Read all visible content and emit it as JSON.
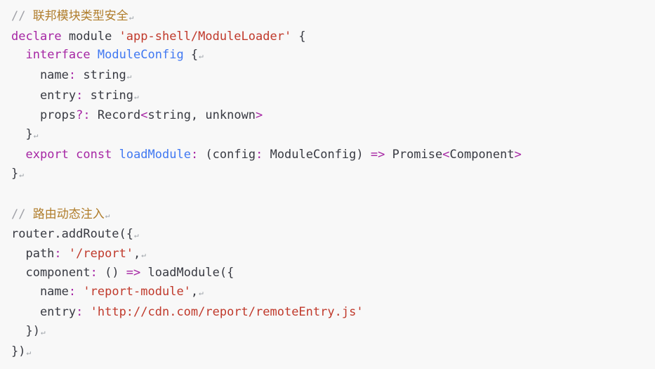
{
  "return_mark": "↵",
  "lines": [
    {
      "tokens": [
        {
          "t": "// ",
          "c": "comment"
        },
        {
          "t": "联邦模块类型安全",
          "c": "comment-cjk"
        }
      ],
      "ret": true
    },
    {
      "tokens": [
        {
          "t": "declare",
          "c": "kw"
        },
        {
          "t": " module ",
          "c": "plain"
        },
        {
          "t": "'app-shell/ModuleLoader'",
          "c": "str-red"
        },
        {
          "t": " {",
          "c": "plain"
        }
      ],
      "ret": false
    },
    {
      "tokens": [
        {
          "t": "  ",
          "c": "plain"
        },
        {
          "t": "interface",
          "c": "kw"
        },
        {
          "t": " ",
          "c": "plain"
        },
        {
          "t": "ModuleConfig",
          "c": "type"
        },
        {
          "t": " {",
          "c": "plain"
        }
      ],
      "ret": true
    },
    {
      "tokens": [
        {
          "t": "    name",
          "c": "plain"
        },
        {
          "t": ":",
          "c": "op"
        },
        {
          "t": " string",
          "c": "plain"
        }
      ],
      "ret": true
    },
    {
      "tokens": [
        {
          "t": "    entry",
          "c": "plain"
        },
        {
          "t": ":",
          "c": "op"
        },
        {
          "t": " string",
          "c": "plain"
        }
      ],
      "ret": true
    },
    {
      "tokens": [
        {
          "t": "    props",
          "c": "plain"
        },
        {
          "t": "?:",
          "c": "op"
        },
        {
          "t": " Record",
          "c": "plain"
        },
        {
          "t": "<",
          "c": "op"
        },
        {
          "t": "string, unknown",
          "c": "plain"
        },
        {
          "t": ">",
          "c": "op"
        }
      ],
      "ret": false
    },
    {
      "tokens": [
        {
          "t": "  }",
          "c": "plain"
        }
      ],
      "ret": true
    },
    {
      "tokens": [
        {
          "t": "  ",
          "c": "plain"
        },
        {
          "t": "export",
          "c": "kw"
        },
        {
          "t": " ",
          "c": "plain"
        },
        {
          "t": "const",
          "c": "kw"
        },
        {
          "t": " ",
          "c": "plain"
        },
        {
          "t": "loadModule",
          "c": "fn"
        },
        {
          "t": ":",
          "c": "op"
        },
        {
          "t": " (config",
          "c": "plain"
        },
        {
          "t": ":",
          "c": "op"
        },
        {
          "t": " ModuleConfig) ",
          "c": "plain"
        },
        {
          "t": "=>",
          "c": "op"
        },
        {
          "t": " Promise",
          "c": "plain"
        },
        {
          "t": "<",
          "c": "op"
        },
        {
          "t": "Component",
          "c": "plain"
        },
        {
          "t": ">",
          "c": "op"
        }
      ],
      "ret": false
    },
    {
      "tokens": [
        {
          "t": "}",
          "c": "plain"
        }
      ],
      "ret": true
    },
    {
      "tokens": [],
      "ret": false
    },
    {
      "tokens": [
        {
          "t": "// ",
          "c": "comment"
        },
        {
          "t": "路由动态注入",
          "c": "comment-cjk"
        }
      ],
      "ret": true
    },
    {
      "tokens": [
        {
          "t": "router.addRoute({",
          "c": "plain"
        }
      ],
      "ret": true
    },
    {
      "tokens": [
        {
          "t": "  path",
          "c": "plain"
        },
        {
          "t": ":",
          "c": "op"
        },
        {
          "t": " ",
          "c": "plain"
        },
        {
          "t": "'/report'",
          "c": "str-red"
        },
        {
          "t": ",",
          "c": "plain"
        }
      ],
      "ret": true
    },
    {
      "tokens": [
        {
          "t": "  component",
          "c": "plain"
        },
        {
          "t": ":",
          "c": "op"
        },
        {
          "t": " () ",
          "c": "plain"
        },
        {
          "t": "=>",
          "c": "op"
        },
        {
          "t": " loadModule({",
          "c": "plain"
        }
      ],
      "ret": false
    },
    {
      "tokens": [
        {
          "t": "    name",
          "c": "plain"
        },
        {
          "t": ":",
          "c": "op"
        },
        {
          "t": " ",
          "c": "plain"
        },
        {
          "t": "'report-module'",
          "c": "str-red"
        },
        {
          "t": ",",
          "c": "plain"
        }
      ],
      "ret": true
    },
    {
      "tokens": [
        {
          "t": "    entry",
          "c": "plain"
        },
        {
          "t": ":",
          "c": "op"
        },
        {
          "t": " ",
          "c": "plain"
        },
        {
          "t": "'http://cdn.com/report/remoteEntry.js'",
          "c": "str-red"
        }
      ],
      "ret": false
    },
    {
      "tokens": [
        {
          "t": "  })",
          "c": "plain"
        }
      ],
      "ret": true
    },
    {
      "tokens": [
        {
          "t": "})",
          "c": "plain"
        }
      ],
      "ret": true
    }
  ]
}
